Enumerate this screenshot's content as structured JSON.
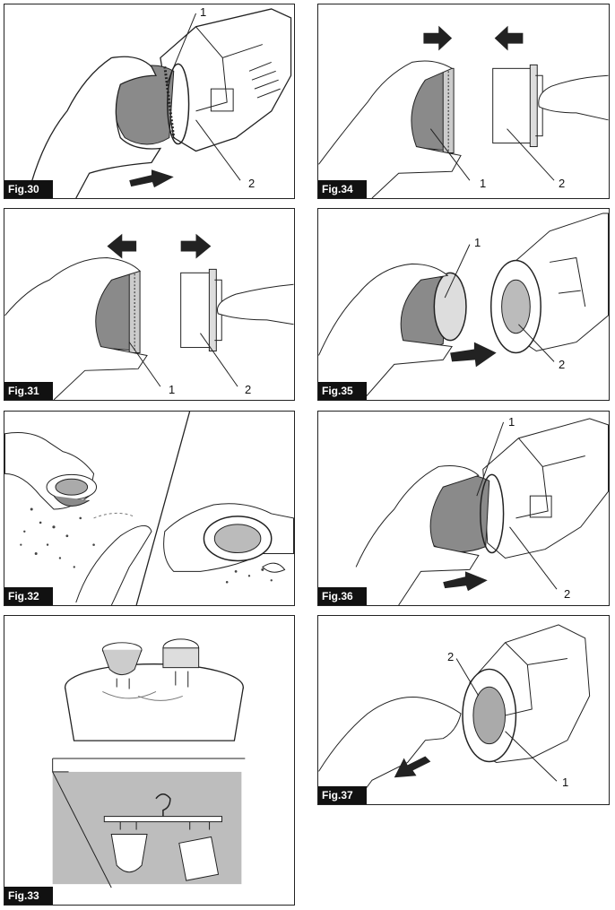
{
  "figures": [
    {
      "id": "fig30",
      "label": "Fig.30",
      "callouts": [
        "1",
        "2"
      ]
    },
    {
      "id": "fig31",
      "label": "Fig.31",
      "callouts": [
        "1",
        "2"
      ]
    },
    {
      "id": "fig32",
      "label": "Fig.32",
      "callouts": []
    },
    {
      "id": "fig33",
      "label": "Fig.33",
      "callouts": []
    },
    {
      "id": "fig34",
      "label": "Fig.34",
      "callouts": [
        "1",
        "2"
      ]
    },
    {
      "id": "fig35",
      "label": "Fig.35",
      "callouts": [
        "1",
        "2"
      ]
    },
    {
      "id": "fig36",
      "label": "Fig.36",
      "callouts": [
        "1",
        "2"
      ]
    },
    {
      "id": "fig37",
      "label": "Fig.37",
      "callouts": [
        "2",
        "1"
      ]
    }
  ]
}
